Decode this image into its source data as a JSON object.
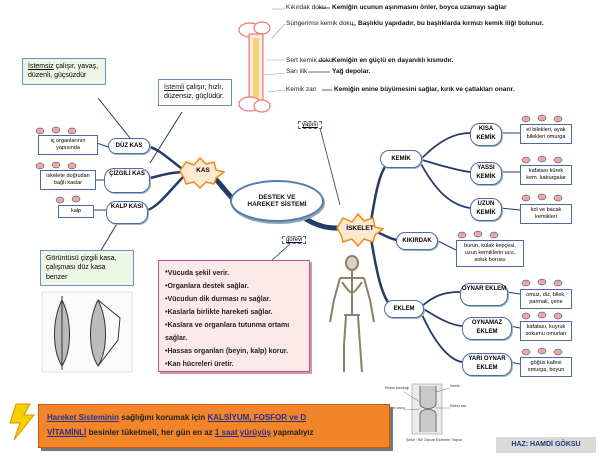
{
  "bone_parts": [
    {
      "label": "Kıkırdak doku",
      "desc": "Kemiğin ucunun aşınmasını önler, boyca uzamayı sağlar"
    },
    {
      "label": "Süngerimsi kemik doku",
      "desc": "Başlıklu yapıdadır, bu başlıklarda kırmızı kemik iliği bulunur."
    },
    {
      "label": "Sert kemik doku",
      "desc": "Kemiğin en güçlü en dayanıklı kısmıdır."
    },
    {
      "label": "Sarı ilik",
      "desc": "Yağ depolar."
    },
    {
      "label": "Kemik zarı",
      "desc": "Kemiğin enine büyümesini sağlar, kırık ve çatlakları onarır."
    }
  ],
  "yapisi_label": "yapısı",
  "gorevi_label": "görevi",
  "center_title": "DESTEK VE HAREKET SİSTEMİ",
  "kas_label": "KAS",
  "iskelet_label": "İSKELET",
  "muscle_types": [
    {
      "label": "DÜZ KAS",
      "desc": "iç organlarının yapısında"
    },
    {
      "label": "ÇİZGİLİ KAS",
      "desc": "iskelete doğrudan bağlı kaslar"
    },
    {
      "label": "KALP KASI",
      "desc": "kalp"
    }
  ],
  "note_istemsiz": {
    "lead": "İstemsiz",
    "rest": "çalışır, yavaş, düzenli, güçsüzdür"
  },
  "note_istemli": {
    "lead": "İstemli",
    "rest": "çalışır, hızlı, düzensiz, güçlüdür."
  },
  "note_kalp": "Görüntüsü çizgili kasa, çalışması düz kasa benzer",
  "gorevi_items": [
    "*Vücuda şekil verir.",
    "•Organlara destek sağlar.",
    "•Vücudun dik durması nı  sağlar.",
    "•Kaslarla birlikte hareketi sağlar.",
    "•Kaslara ve organlara tutunma ortamı  sağlar.",
    "•Hassas organları (beyin, kalp) korur.",
    "•Kan hücreleri üretir."
  ],
  "kemik_label": "KEMİK",
  "bone_types": [
    {
      "label": "KISA KEMİK",
      "desc": "el bilekleri, ayak bilekleri omurga"
    },
    {
      "label": "YASSI KEMİK",
      "desc": "kafatası kürek kem. kaburgalar"
    },
    {
      "label": "UZUN KEMİK",
      "desc": "kol ve bacak kemikleri"
    }
  ],
  "kikirdak": {
    "label": "KIKIRDAK",
    "desc": "burun, kulak kepçesi, uzun kemiklerin ucu, soluk borusu"
  },
  "eklem_label": "EKLEM",
  "joint_types": [
    {
      "label": "OYNAR EKLEM",
      "desc": "omuz, diz, bilek, parmak, çene"
    },
    {
      "label": "OYNAMAZ EKLEM",
      "desc": "kafatası, kuyruk sokumu omurları"
    },
    {
      "label": "YARI OYNAR EKLEM",
      "desc": "göğüs kafesi omurga, boyun"
    }
  ],
  "joint_diagram": {
    "labels": [
      "Eklem kıkırdağı",
      "Eklem sıvısı",
      "Kemik",
      "Eklem zarı"
    ],
    "caption": "Şekil : Bir Oynar Eklemin Yapısı"
  },
  "footer": {
    "line1a": "Hareket Sisteminin",
    "line1b": " sağlığını korumak için ",
    "line1c": "KALSİYUM, FOSFOR ve D",
    "line2a": "VİTAMİNLİ",
    "line2b": " besinler tüketmeli,  her gün en az ",
    "line2c": "1 saat yürüyüş",
    "line2d": " yapmalıyız"
  },
  "author": "HAZ: HAMDİ GÖKSU",
  "colors": {
    "accent_orange": "#f28a1c",
    "footer_bg": "#f2842a",
    "navy": "#233b66",
    "pink": "#fde8ea",
    "author_bg": "#d9d9d9"
  }
}
